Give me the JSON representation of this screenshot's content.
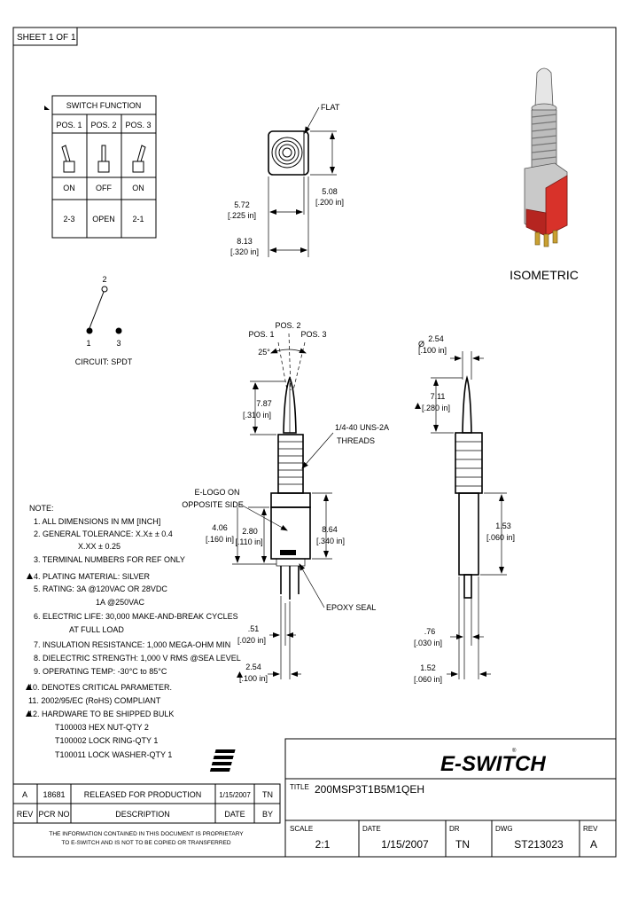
{
  "sheet": "SHEET 1 OF 1",
  "switch_function": {
    "title": "SWITCH FUNCTION",
    "positions": [
      "POS. 1",
      "POS. 2",
      "POS. 3"
    ],
    "states": [
      "ON",
      "OFF",
      "ON"
    ],
    "contacts": [
      "2-3",
      "OPEN",
      "2-1"
    ]
  },
  "circuit": {
    "terminals": [
      "2",
      "1",
      "3"
    ],
    "label": "CIRCUIT: SPDT"
  },
  "top_view": {
    "flat": "FLAT",
    "dims": [
      {
        "mm": "5.72",
        "in": "[.225 in]"
      },
      {
        "mm": "8.13",
        "in": "[.320 in]"
      },
      {
        "mm": "5.08",
        "in": "[.200 in]"
      }
    ]
  },
  "iso": {
    "label": "ISOMETRIC"
  },
  "front_view": {
    "positions": [
      "POS. 1",
      "POS. 2",
      "POS. 3"
    ],
    "angle": "25°",
    "threads": [
      "1/4-40 UNS-2A",
      "THREADS"
    ],
    "elogo": [
      "E-LOGO ON",
      "OPPOSITE SIDE"
    ],
    "epoxy": "EPOXY SEAL",
    "dims": [
      {
        "mm": "7.87",
        "in": "[.310 in]"
      },
      {
        "mm": "4.06",
        "in": "[.160 in]"
      },
      {
        "mm": "2.80",
        "in": "[.110 in]"
      },
      {
        "mm": "8.64",
        "in": "[.340 in]"
      },
      {
        "mm": ".51",
        "in": "[.020 in]"
      },
      {
        "mm": "2.54",
        "in": "[.100 in]"
      }
    ]
  },
  "side_view": {
    "dims": [
      {
        "mm": "2.54",
        "in": "[.100 in]"
      },
      {
        "mm": "7.11",
        "in": "[.280 in]"
      },
      {
        "mm": "1.53",
        "in": "[.060 in]"
      },
      {
        "mm": ".76",
        "in": "[.030 in]"
      },
      {
        "mm": "1.52",
        "in": "[.060 in]"
      }
    ]
  },
  "notes": {
    "title": "NOTE:",
    "lines": [
      "1. ALL DIMENSIONS IN MM [INCH]",
      "2. GENERAL TOLERANCE: X.X± ± 0.4",
      "X.XX ± 0.25",
      "3. TERMINAL NUMBERS FOR REF ONLY",
      "4. PLATING MATERIAL: SILVER",
      "5. RATING: 3A @120VAC OR 28VDC",
      "1A @250VAC",
      "6. ELECTRIC LIFE: 30,000 MAKE-AND-BREAK CYCLES",
      "AT FULL LOAD",
      "7. INSULATION RESISTANCE: 1,000 MEGA-OHM MIN",
      "8. DIELECTRIC STRENGTH: 1,000 V RMS @SEA LEVEL",
      "9. OPERATING TEMP: -30°C to 85°C",
      "10. DENOTES CRITICAL PARAMETER.",
      "11. 2002/95/EC (RoHS) COMPLIANT",
      "12. HARDWARE TO BE SHIPPED BULK",
      "T100003 HEX NUT-QTY 2",
      "T100002 LOCK RING-QTY 1",
      "T100011 LOCK WASHER-QTY 1"
    ]
  },
  "revision": {
    "row": {
      "rev": "A",
      "pcr": "18681",
      "desc": "RELEASED FOR PRODUCTION",
      "date": "1/15/2007",
      "by": "TN"
    },
    "headers": {
      "rev": "REV",
      "pcr": "PCR NO",
      "desc": "DESCRIPTION",
      "date": "DATE",
      "by": "BY"
    },
    "disclaimer": [
      "THE INFORMATION CONTAINED IN THIS DOCUMENT IS PROPRIETARY",
      "TO E-SWITCH AND IS NOT TO BE COPIED OR TRANSFERRED"
    ]
  },
  "title_block": {
    "logo": "E-SWITCH",
    "reg": "®",
    "title_label": "TITLE",
    "title": "200MSP3T1B5M1QEH",
    "scale_label": "SCALE",
    "scale": "2:1",
    "date_label": "DATE",
    "date": "1/15/2007",
    "dr_label": "DR",
    "dr": "TN",
    "dwg_label": "DWG",
    "dwg": "ST213023",
    "rev_label": "REV",
    "rev": "A"
  }
}
